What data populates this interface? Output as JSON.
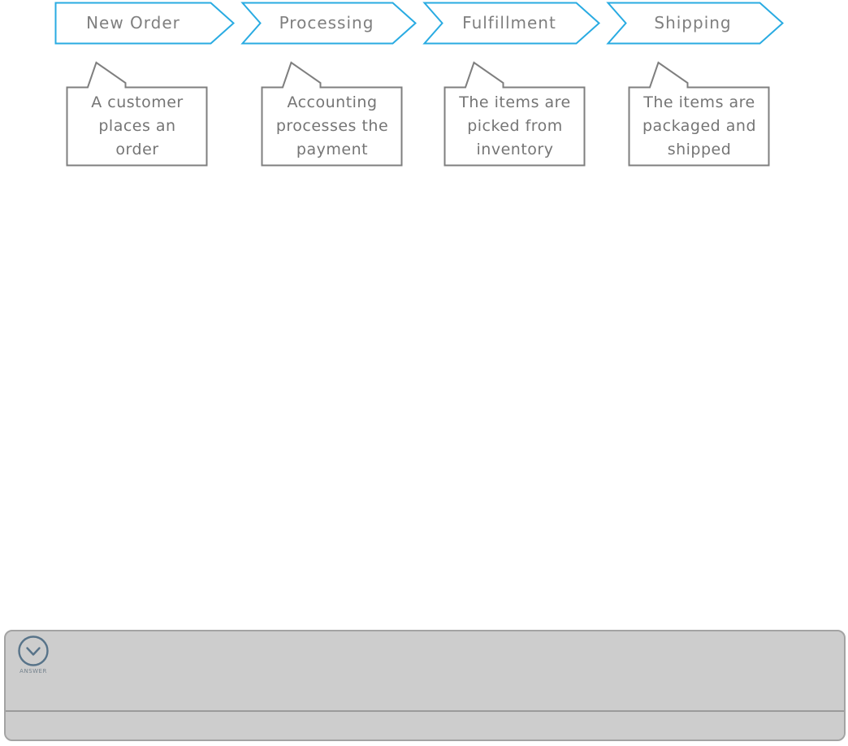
{
  "process_flow": {
    "steps": [
      {
        "label": "New Order",
        "note": "A customer\nplaces an\norder"
      },
      {
        "label": "Processing",
        "note": "Accounting\nprocesses the\npayment"
      },
      {
        "label": "Fulfillment",
        "note": "The items are\npicked from\ninventory"
      },
      {
        "label": "Shipping",
        "note": "The items are\npackaged and\nshipped"
      }
    ]
  },
  "answer_panel": {
    "button_label": "ANSWER",
    "button_icon": "chevron-down-icon"
  },
  "colors": {
    "arrow_border": "#29abe2",
    "step_label_text": "#7f7f7f",
    "callout_border": "#7f7f7f",
    "callout_text": "#757575",
    "panel_background": "#cdcdcd",
    "panel_border": "#a3a3a3",
    "panel_divider": "#9a9a9a",
    "answer_icon": "#577389",
    "answer_label_text": "#75828d"
  }
}
